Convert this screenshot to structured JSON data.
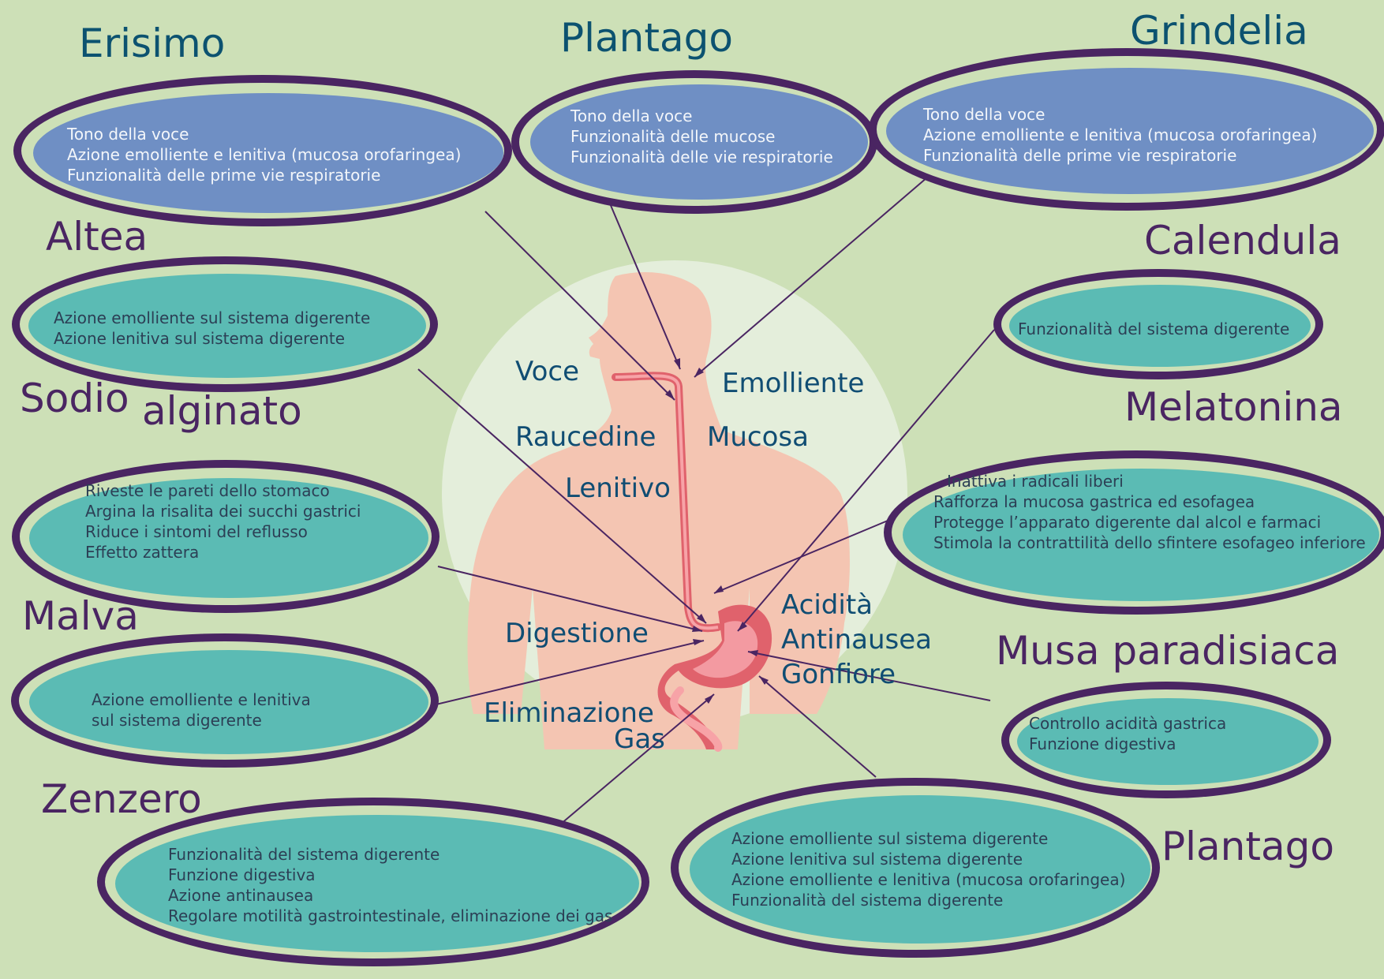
{
  "groups": [
    {
      "id": "erisimo",
      "title": "Erisimo",
      "items": [
        "Tono della voce",
        "Azione emolliente e lenitiva (mucosa orofaringea)",
        "Funzionalità delle prime vie respiratorie"
      ]
    },
    {
      "id": "plantago-top",
      "title": "Plantago",
      "items": [
        "Tono della voce",
        "Funzionalità delle mucose",
        "Funzionalità delle vie respiratorie"
      ]
    },
    {
      "id": "grindelia",
      "title": "Grindelia",
      "items": [
        "Tono della voce",
        "Azione emolliente e lenitiva (mucosa orofaringea)",
        "Funzionalità delle prime vie respiratorie"
      ]
    },
    {
      "id": "altea",
      "title": "Altea",
      "items": [
        "Azione emolliente sul sistema digerente",
        "Azione lenitiva sul sistema digerente"
      ]
    },
    {
      "id": "calendula",
      "title": "Calendula",
      "items": [
        "Funzionalità del sistema digerente"
      ]
    },
    {
      "id": "sodio-alginato",
      "title_parts": [
        "Sodio",
        "alginato"
      ],
      "items": [
        "Riveste le pareti dello stomaco",
        "Argina la risalita dei succhi gastrici",
        "Riduce i sintomi del reflusso",
        "Effetto zattera"
      ]
    },
    {
      "id": "melatonina",
      "title": "Melatonina",
      "items": [
        "Inattiva i radicali liberi",
        "Rafforza la mucosa gastrica ed esofagea",
        "Protegge l’apparato digerente dal alcol e farmaci",
        "Stimola la contrattilità dello sfintere esofageo inferiore"
      ]
    },
    {
      "id": "malva",
      "title": "Malva",
      "items": [
        "Azione emolliente e lenitiva",
        "sul sistema digerente"
      ]
    },
    {
      "id": "musa-paradisiaca",
      "title": "Musa paradisiaca",
      "items": [
        "Controllo acidità gastrica",
        "Funzione digestiva"
      ]
    },
    {
      "id": "zenzero",
      "title": "Zenzero",
      "items": [
        "Funzionalità del sistema digerente",
        "Funzione digestiva",
        "Azione antinausea",
        "Regolare motilità gastrointestinale, eliminazione dei gas"
      ]
    },
    {
      "id": "plantago-bottom",
      "title": "Plantago",
      "items": [
        "Azione emolliente sul sistema digerente",
        "Azione lenitiva sul sistema digerente",
        "Azione emolliente e lenitiva (mucosa orofaringea)",
        "Funzionalità del sistema digerente"
      ]
    }
  ],
  "keywords": [
    "Voce",
    "Emolliente",
    "Raucedine",
    "Mucosa",
    "Lenitivo",
    "Acidità",
    "Antinausea",
    "Gonfiore",
    "Digestione",
    "Eliminazione",
    "Gas"
  ],
  "colors": {
    "background": "#cde0b7",
    "blue_fill": "#6f8fc4",
    "teal_fill": "#5bbbb4",
    "outline": "#4a2562",
    "circle": "#e4eedb",
    "body": "#f4c5b2",
    "tract": "#e0626c",
    "title_purple": "#4a2562",
    "title_blue": "#0c5270",
    "keyword": "#104d73"
  }
}
